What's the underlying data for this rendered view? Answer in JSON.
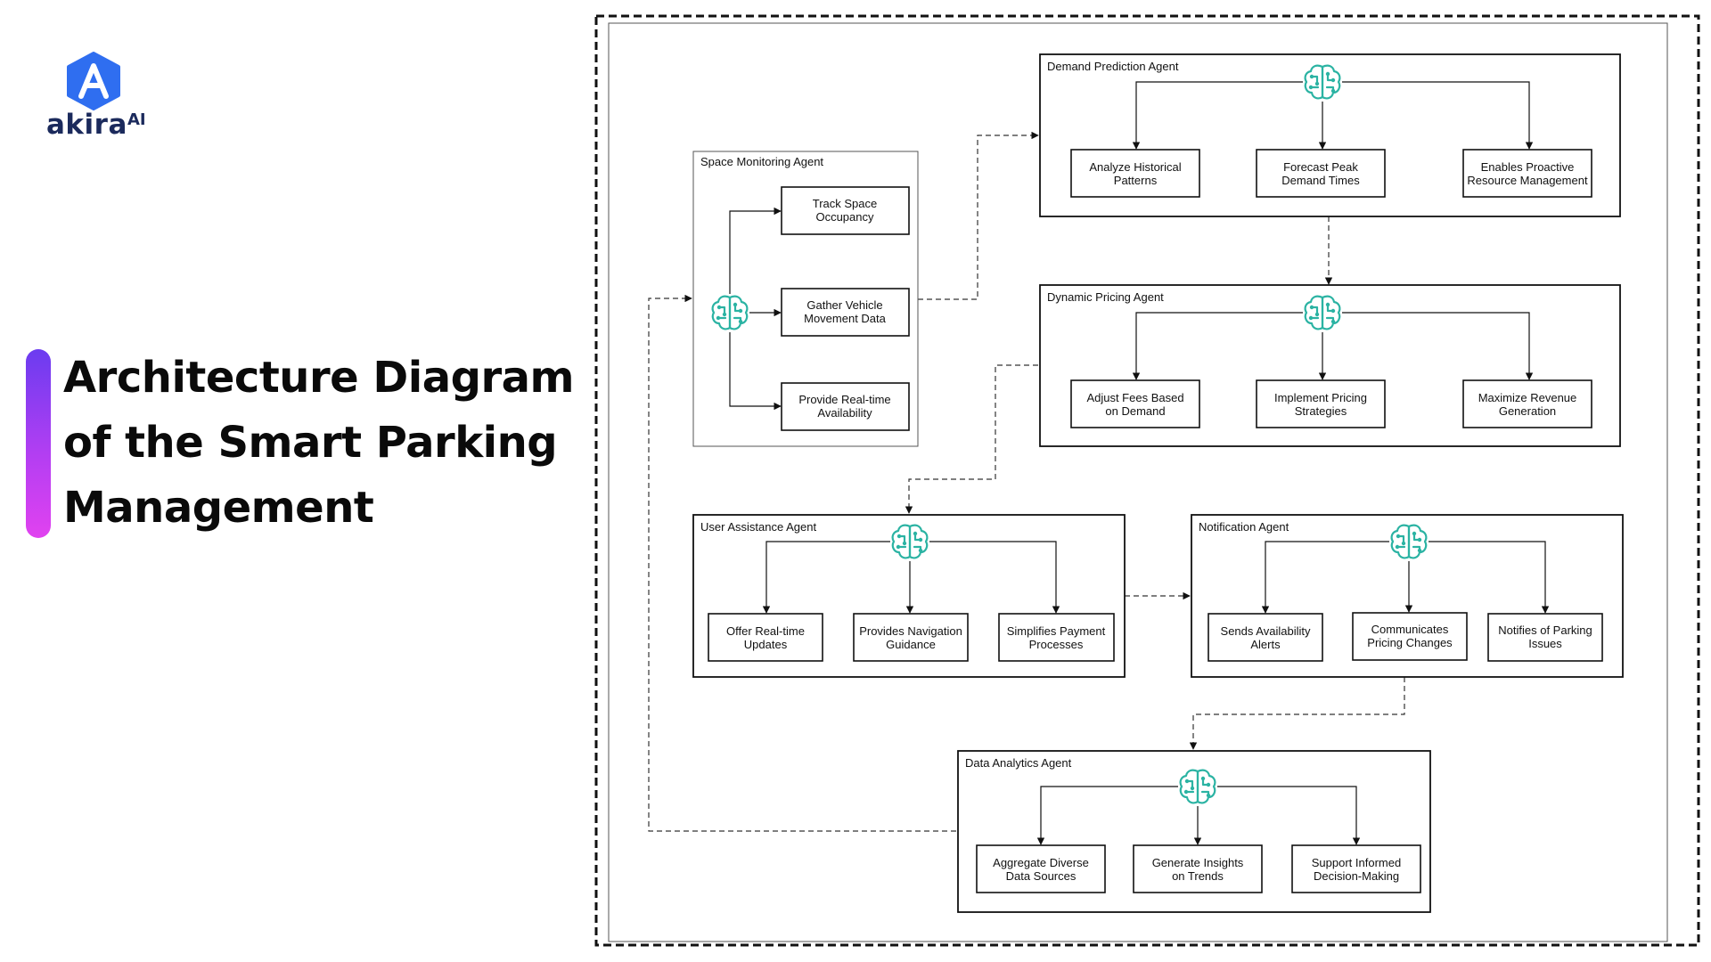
{
  "brand": {
    "name": "akira",
    "suffix": "AI",
    "accent_colors": [
      "#6b3cf0",
      "#e142f0"
    ],
    "logo_color": "#2f6ef0"
  },
  "page_title": {
    "lines": [
      "Architecture Diagram",
      "of the Smart Parking",
      "Management"
    ]
  },
  "diagram": {
    "agents": {
      "space_monitoring": {
        "title": "Space Monitoring Agent",
        "tasks": [
          [
            "Track Space",
            "Occupancy"
          ],
          [
            "Gather Vehicle",
            "Movement Data"
          ],
          [
            "Provide Real-time",
            "Availability"
          ]
        ]
      },
      "demand_prediction": {
        "title": "Demand Prediction Agent",
        "tasks": [
          [
            "Analyze Historical",
            "Patterns"
          ],
          [
            "Forecast Peak",
            "Demand Times"
          ],
          [
            "Enables Proactive",
            "Resource Management"
          ]
        ]
      },
      "dynamic_pricing": {
        "title": "Dynamic Pricing Agent",
        "tasks": [
          [
            "Adjust Fees Based",
            "on Demand"
          ],
          [
            "Implement Pricing",
            "Strategies"
          ],
          [
            "Maximize Revenue",
            "Generation"
          ]
        ]
      },
      "user_assistance": {
        "title": "User Assistance Agent",
        "tasks": [
          [
            "Offer Real-time",
            "Updates"
          ],
          [
            "Provides Navigation",
            "Guidance"
          ],
          [
            "Simplifies Payment",
            "Processes"
          ]
        ]
      },
      "notification": {
        "title": "Notification Agent",
        "tasks": [
          [
            "Sends Availability",
            "Alerts"
          ],
          [
            "Communicates",
            "Pricing Changes"
          ],
          [
            "Notifies of Parking",
            "Issues"
          ]
        ]
      },
      "data_analytics": {
        "title": "Data Analytics Agent",
        "tasks": [
          [
            "Aggregate Diverse",
            "Data Sources"
          ],
          [
            "Generate Insights",
            "on Trends"
          ],
          [
            "Support Informed",
            "Decision-Making"
          ]
        ]
      }
    },
    "icon": "brain-circuit-icon",
    "icon_color": "#2bb3a3"
  }
}
